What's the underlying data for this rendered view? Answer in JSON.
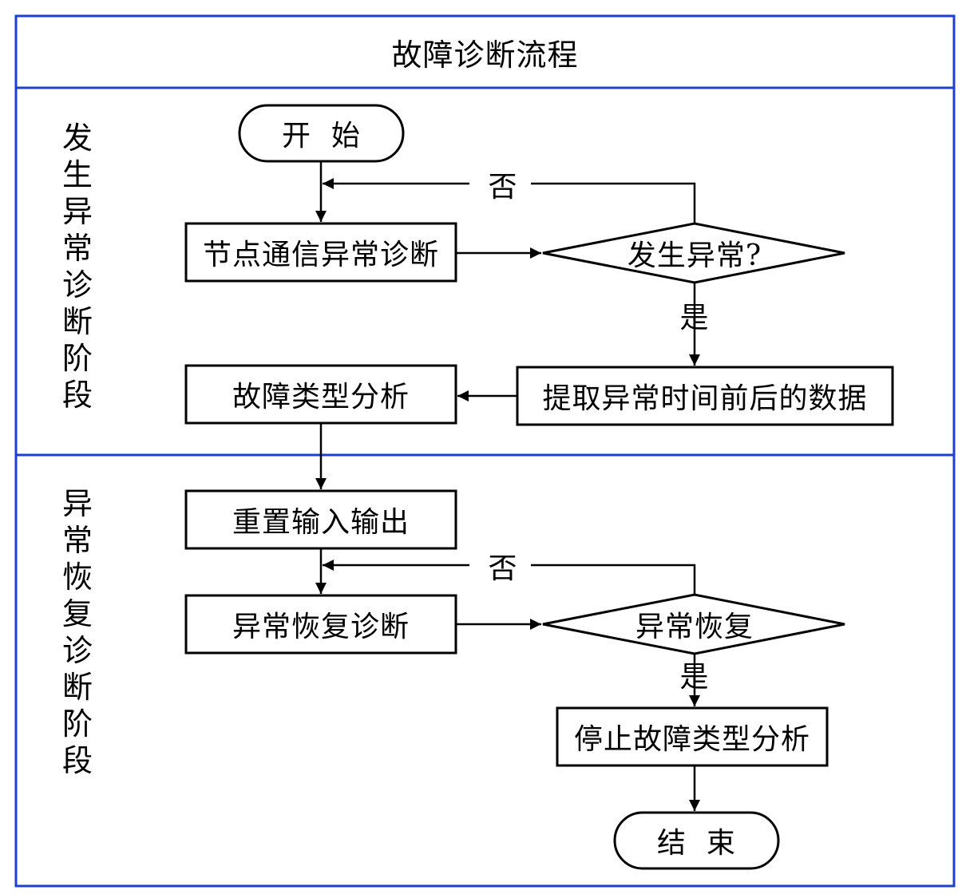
{
  "title": "故障诊断流程",
  "stages": {
    "stage1": "发生异常诊断阶段",
    "stage2": "异常恢复诊断阶段"
  },
  "nodes": {
    "start": "开  始",
    "node_comm_diag": "节点通信异常诊断",
    "decision_abnormal": "发生异常?",
    "extract_data": "提取异常时间前后的数据",
    "fault_type_analysis": "故障类型分析",
    "reset_io": "重置输入输出",
    "recovery_diag": "异常恢复诊断",
    "decision_recovery": "异常恢复",
    "stop_analysis": "停止故障类型分析",
    "end": "结  束"
  },
  "edge_labels": {
    "no_1": "否",
    "yes_1": "是",
    "no_2": "否",
    "yes_2": "是"
  },
  "colors": {
    "frame": "#1f3fcf",
    "stroke": "#000000"
  }
}
